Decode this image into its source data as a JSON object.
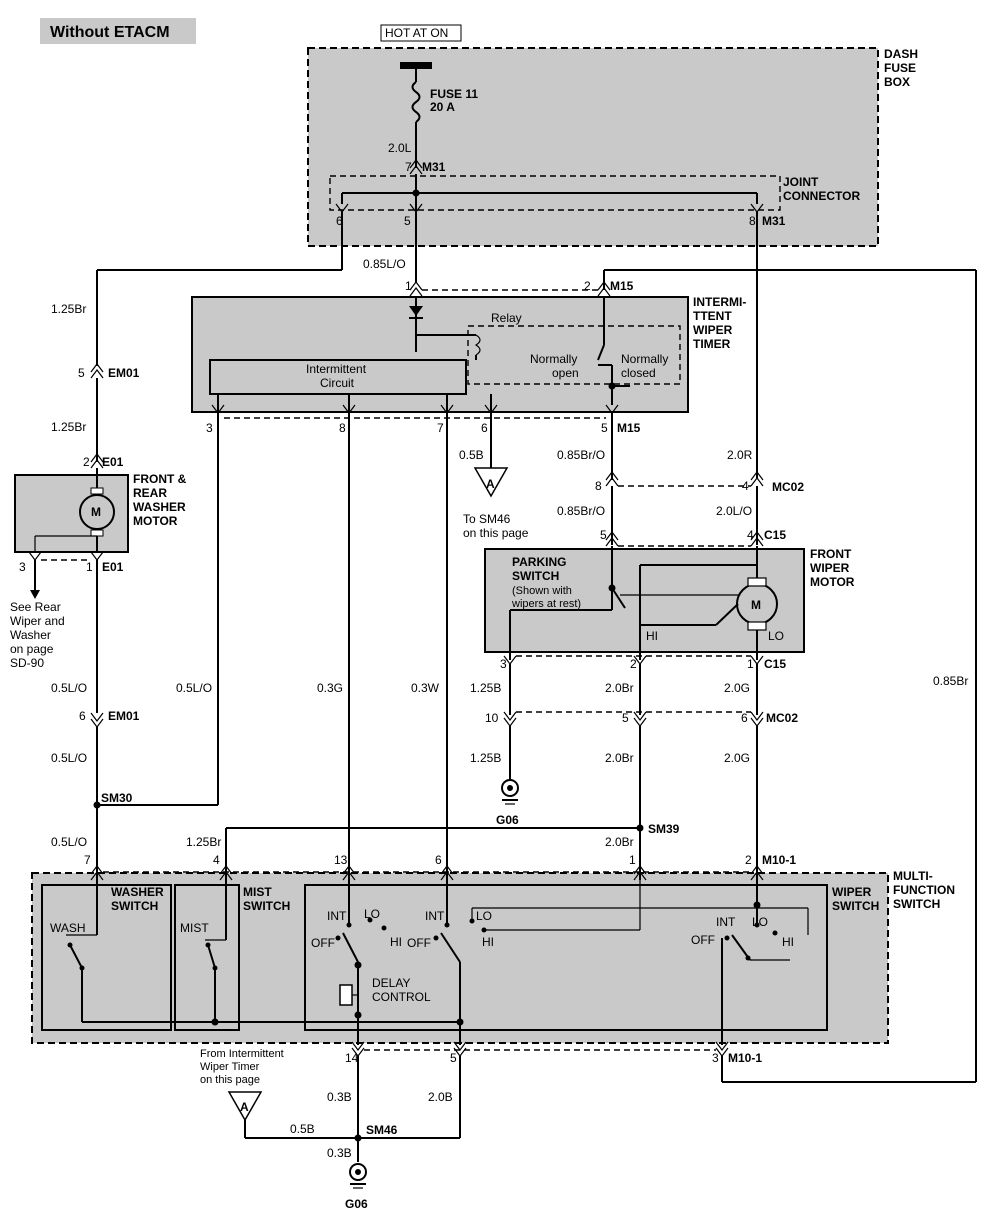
{
  "title": "Without ETACM",
  "power": "HOT AT ON",
  "fuse": {
    "name": "FUSE 11",
    "rating": "20 A"
  },
  "components": {
    "dash_fuse_box": [
      "DASH",
      "FUSE",
      "BOX"
    ],
    "joint_connector": [
      "JOINT",
      "CONNECTOR"
    ],
    "intermittent_wiper_timer": [
      "INTERMI-",
      "TTENT",
      "WIPER",
      "TIMER"
    ],
    "relay": "Relay",
    "normally_open": [
      "Normally",
      "open"
    ],
    "normally_closed": [
      "Normally",
      "closed"
    ],
    "intermittent_circuit": [
      "Intermittent",
      "Circuit"
    ],
    "washer_motor": [
      "FRONT &",
      "REAR",
      "WASHER",
      "MOTOR"
    ],
    "front_wiper_motor": [
      "FRONT",
      "WIPER",
      "MOTOR"
    ],
    "parking_switch": [
      "PARKING",
      "SWITCH",
      "(Shown with",
      "wipers at rest)"
    ],
    "multi_function_switch": [
      "MULTI-",
      "FUNCTION",
      "SWITCH"
    ],
    "washer_switch": [
      "WASHER",
      "SWITCH"
    ],
    "mist_switch": [
      "MIST",
      "SWITCH"
    ],
    "wiper_switch": [
      "WIPER",
      "SWITCH"
    ],
    "wash": "WASH",
    "mist": "MIST",
    "delay_control": [
      "DELAY",
      "CONTROL"
    ],
    "motor_symbol": "M",
    "hi": "HI",
    "lo": "LO",
    "int": "INT",
    "off": "OFF"
  },
  "connectors": {
    "m31": "M31",
    "m15": "M15",
    "mc02": "MC02",
    "c15": "C15",
    "em01": "EM01",
    "e01": "E01",
    "m10_1": "M10-1",
    "sm30": "SM30",
    "sm39": "SM39",
    "sm46": "SM46",
    "g06": "G06"
  },
  "pins": {
    "p1": "1",
    "p2": "2",
    "p3": "3",
    "p4": "4",
    "p5": "5",
    "p6": "6",
    "p7": "7",
    "p8": "8",
    "p10": "10",
    "p13": "13",
    "p14": "14"
  },
  "wires": {
    "w20L": "2.0L",
    "w085LO": "0.85L/O",
    "w125Br": "1.25Br",
    "w05LO": "0.5L/O",
    "w03G": "0.3G",
    "w03W": "0.3W",
    "w05B": "0.5B",
    "w085BrO": "0.85Br/O",
    "w20R": "2.0R",
    "w20LO": "2.0L/O",
    "w125B": "1.25B",
    "w20Br": "2.0Br",
    "w20G": "2.0G",
    "w085Br": "0.85Br",
    "w03B": "0.3B",
    "w20B": "2.0B"
  },
  "notes": {
    "to_sm46": [
      "To SM46",
      "on this page"
    ],
    "see_rear": [
      "See Rear",
      "Wiper and",
      "Washer",
      "on page",
      "SD-90"
    ],
    "from_timer": [
      "From Intermittent",
      "Wiper Timer",
      "on this page"
    ],
    "ref_a": "A"
  }
}
